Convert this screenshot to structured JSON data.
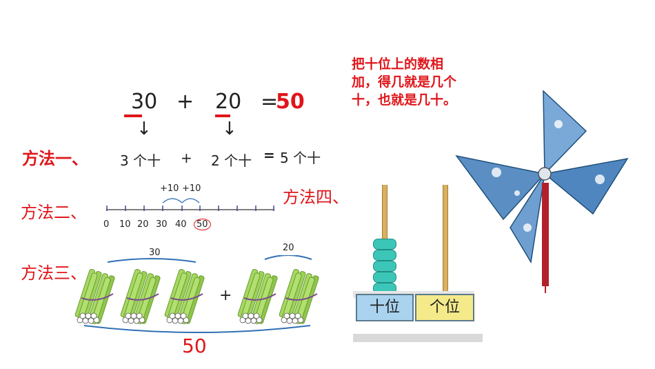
{
  "equation": {
    "a": "30",
    "plus": "+",
    "b": "20",
    "eq": "=",
    "result": "50"
  },
  "arrow": "↓",
  "method1": {
    "label": "方法一、",
    "left": "3 个十",
    "plus": "+",
    "right": "2 个十",
    "eq": "=",
    "result": "5 个十"
  },
  "method2": {
    "label": "方法二、",
    "jump1": "+10",
    "jump2": "+10",
    "ticks": [
      "0",
      "10",
      "20",
      "30",
      "40",
      "50"
    ]
  },
  "method3": {
    "label": "方法三、",
    "group1": "30",
    "plus": "+",
    "group2": "20",
    "total": "50"
  },
  "method4": {
    "label": "方法四、"
  },
  "tip": "把十位上的数相加，得几就是几个十，也就是几十。",
  "abacus": {
    "tens_label": "十位",
    "ones_label": "个位",
    "tens_beads": 5,
    "ones_beads": 0
  },
  "colors": {
    "accent": "#e0151a",
    "bundle": "#9bd35a",
    "bead": "#3cc6b8",
    "tens_bg": "#a9d3ef",
    "ones_bg": "#f4ea8a"
  }
}
